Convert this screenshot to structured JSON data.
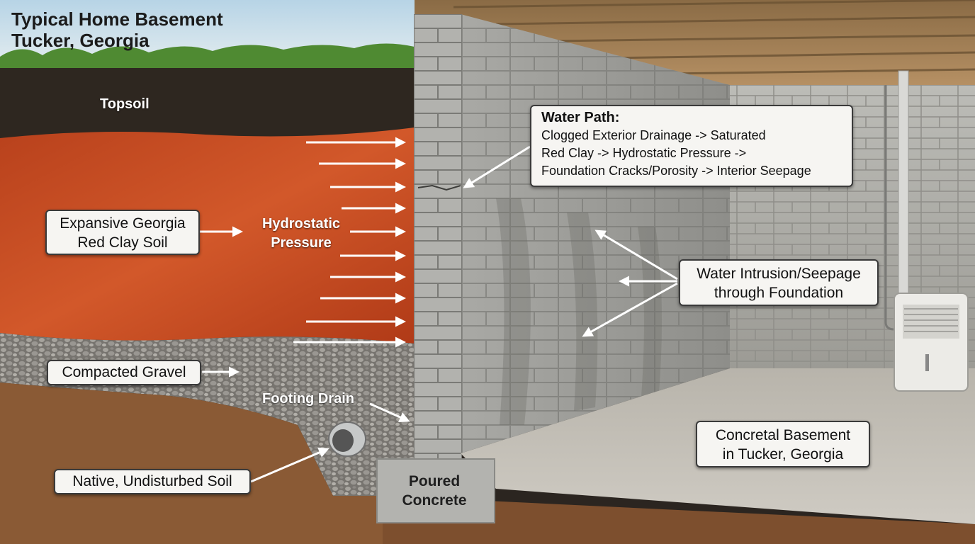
{
  "title": {
    "line1": "Typical Home Basement",
    "line2": "Tucker, Georgia"
  },
  "labels": {
    "topsoil": "Topsoil",
    "clay_line1": "Expansive Georgia",
    "clay_line2": "Red Clay Soil",
    "pressure_line1": "Hydrostatic",
    "pressure_line2": "Pressure",
    "gravel": "Compacted Gravel",
    "footing_drain": "Footing Drain",
    "native_soil": "Native, Undisturbed Soil",
    "poured_line1": "Poured",
    "poured_line2": "Concrete",
    "seepage_line1": "Water Intrusion/Seepage",
    "seepage_line2": "through Foundation",
    "basement_line1": "Concretal Basement",
    "basement_line2": "in Tucker, Georgia"
  },
  "water_path": {
    "heading": "Water Path:",
    "line1": "Clogged Exterior Drainage -> Saturated",
    "line2": "Red Clay -> Hydrostatic Pressure ->",
    "line3": "Foundation Cracks/Porosity -> Interior Seepage"
  },
  "colors": {
    "sky": "#c9dde8",
    "topsoil": "#2e2720",
    "red_clay": "#c4471f",
    "gravel": "#8d8a86",
    "native_soil": "#8a5a35",
    "block_wall": "#9c9c98",
    "floor": "#b9b5ad"
  }
}
